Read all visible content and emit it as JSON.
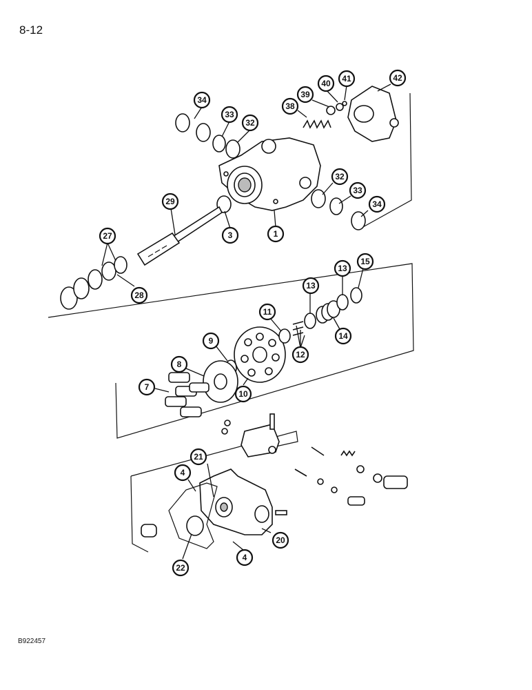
{
  "page": {
    "number": "8-12",
    "figure_id": "B922457"
  },
  "callouts": {
    "c34a": "34",
    "c33a": "33",
    "c32a": "32",
    "c38": "38",
    "c39": "39",
    "c40": "40",
    "c41": "41",
    "c42": "42",
    "c32b": "32",
    "c33b": "33",
    "c34b": "34",
    "c29": "29",
    "c3": "3",
    "c1": "1",
    "c27": "27",
    "c28": "28",
    "c11": "11",
    "c13a": "13",
    "c13b": "13",
    "c15": "15",
    "c14": "14",
    "c12": "12",
    "c9": "9",
    "c8": "8",
    "c7": "7",
    "c10": "10",
    "c4a": "4",
    "c21": "21",
    "c20": "20",
    "c22": "22",
    "c4b": "4"
  }
}
